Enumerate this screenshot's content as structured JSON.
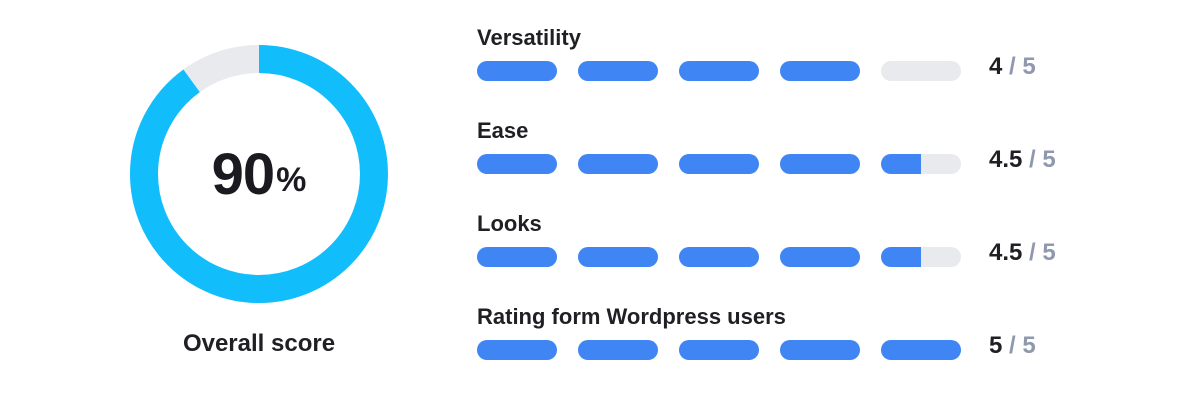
{
  "overall": {
    "value": "90",
    "unit": "%",
    "fraction": 0.9,
    "label": "Overall score",
    "colors": {
      "fill": "#12bdfc",
      "track": "#e8eaee"
    }
  },
  "criteria": [
    {
      "label": "Versatility",
      "value": "4",
      "max": "/ 5",
      "rating": 4
    },
    {
      "label": "Ease",
      "value": "4.5",
      "max": "/ 5",
      "rating": 4.5
    },
    {
      "label": "Looks",
      "value": "4.5",
      "max": "/ 5",
      "rating": 4.5
    },
    {
      "label": "Rating form Wordpress users",
      "value": "5",
      "max": "/ 5",
      "rating": 5
    }
  ],
  "colors": {
    "bar_fill": "#3f86f4",
    "bar_track": "#e8eaee"
  }
}
